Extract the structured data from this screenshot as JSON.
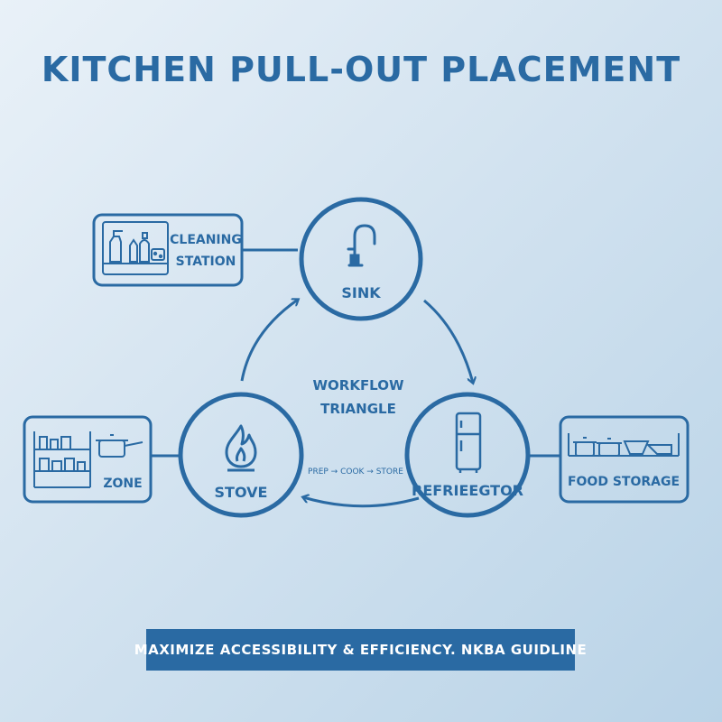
{
  "title": "KITCHEN PULL-OUT PLACEMENT",
  "nodes": {
    "sink": {
      "label": "SINK",
      "icon": "faucet-icon"
    },
    "stove": {
      "label": "STOVE",
      "icon": "flame-icon"
    },
    "refrigerator": {
      "label": "REFRIEEGTOR",
      "icon": "refrigerator-icon"
    }
  },
  "boxes": {
    "cleaning": {
      "line1": "CLEANING",
      "line2": "STATION",
      "icon": "cleaning-supplies-icon"
    },
    "zone": {
      "label": "ZONE",
      "icon": "shelves-pot-icon"
    },
    "food_storage": {
      "label": "FOOD STORAGE",
      "icon": "pots-shelf-icon"
    }
  },
  "center": {
    "line1": "WORKFLOW",
    "line2": "TRIANGLE",
    "flow": "PREP → COOK → STORE"
  },
  "banner": "MAXIMIZE ACCESSIBILITY & EFFICIENCY. NKBA GUIDLINE",
  "colors": {
    "accent": "#2a6aa3",
    "background": "#d3e3f0"
  }
}
